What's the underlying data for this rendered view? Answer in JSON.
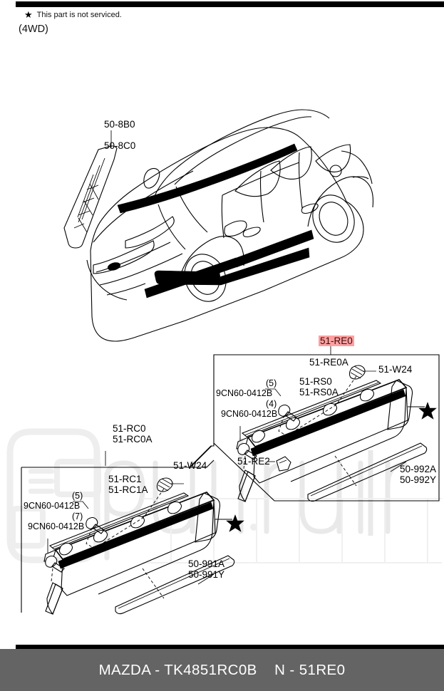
{
  "document": {
    "type": "automotive-parts-diagram",
    "manufacturer": "MAZDA",
    "note_star": "★",
    "note_text": "This part is not serviced.",
    "drive_type": "(4WD)"
  },
  "footer": {
    "text": "MAZDA - TK4851RC0B    N - 51RE0",
    "background": "#646464",
    "text_color": "#ffffff"
  },
  "highlight": {
    "color": "#ffa0a0",
    "text_color": "#3a0d0d"
  },
  "vehicle": {
    "name": "suv-isometric-view",
    "callouts": [
      {
        "id": "roof-rail-cover",
        "line1": "50-8B0",
        "line2": "50-8C0"
      }
    ]
  },
  "panels": [
    {
      "id": "right-side-panel",
      "title_line1": "51-RE0",
      "title_line2": "51-RE0A",
      "title_highlighted": true,
      "labels": [
        {
          "name": "bolt-qty-5",
          "qty": "(5)",
          "part": "9CN60-0412B"
        },
        {
          "name": "bolt-qty-4",
          "qty": "(4)",
          "part": "9CN60-0412B"
        },
        {
          "name": "retainer",
          "line1": "51-RS0",
          "line2": "51-RS0A"
        },
        {
          "name": "clip",
          "part": "51-W24"
        },
        {
          "name": "bracket",
          "part": "51-RE2"
        },
        {
          "name": "molding-tape",
          "line1": "50-992A",
          "line2": "50-992Y"
        },
        {
          "name": "star-marker",
          "part": "★"
        }
      ]
    },
    {
      "id": "left-side-panel",
      "title_line1": "51-RC0",
      "title_line2": "51-RC0A",
      "title_highlighted": false,
      "labels": [
        {
          "name": "bolt-qty-5",
          "qty": "(5)",
          "part": "9CN60-0412B"
        },
        {
          "name": "bolt-qty-7",
          "qty": "(7)",
          "part": "9CN60-0412B"
        },
        {
          "name": "retainer",
          "line1": "51-RC1",
          "line2": "51-RC1A"
        },
        {
          "name": "clip",
          "part": "51-W24"
        },
        {
          "name": "molding-tape",
          "line1": "50-991A",
          "line2": "50-991Y"
        },
        {
          "name": "star-marker",
          "part": "★"
        }
      ]
    }
  ],
  "watermark": {
    "text": "apuil.ru",
    "color": "#eeeeee"
  }
}
